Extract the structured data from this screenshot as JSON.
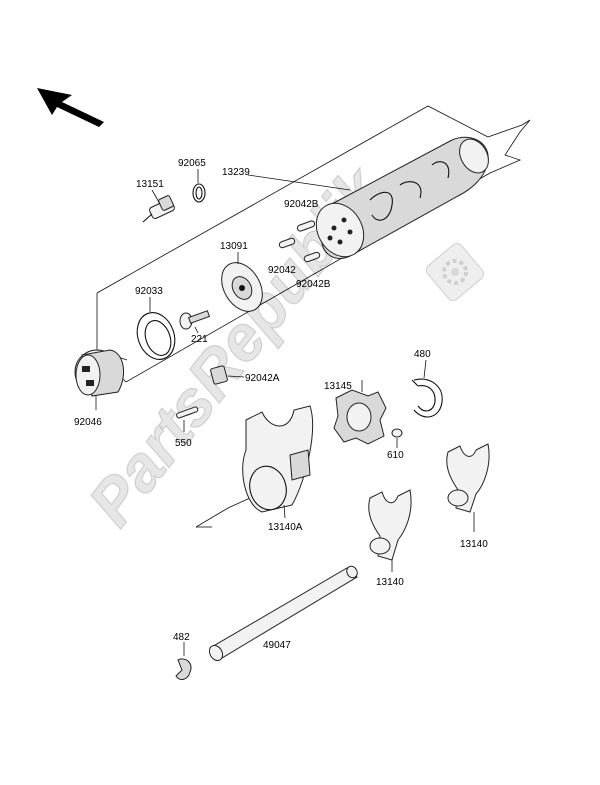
{
  "watermark": {
    "text": "PartsRepublik",
    "gear_icon": "gear-icon"
  },
  "labels": {
    "p13151": "13151",
    "p92065": "92065",
    "p13239": "13239",
    "p92042B_top": "92042B",
    "p13091": "13091",
    "p92042": "92042",
    "p92042B_bottom": "92042B",
    "p92033": "92033",
    "p221": "221",
    "p92046": "92046",
    "p92042A": "92042A",
    "p550": "550",
    "p13145": "13145",
    "p480": "480",
    "p610": "610",
    "p13140A": "13140A",
    "p13140_right": "13140",
    "p13140_mid": "13140",
    "p482": "482",
    "p49047": "49047"
  },
  "colors": {
    "ink": "#111111",
    "part_fill": "#d9d9d9",
    "watermark": "#e6e6e6"
  }
}
